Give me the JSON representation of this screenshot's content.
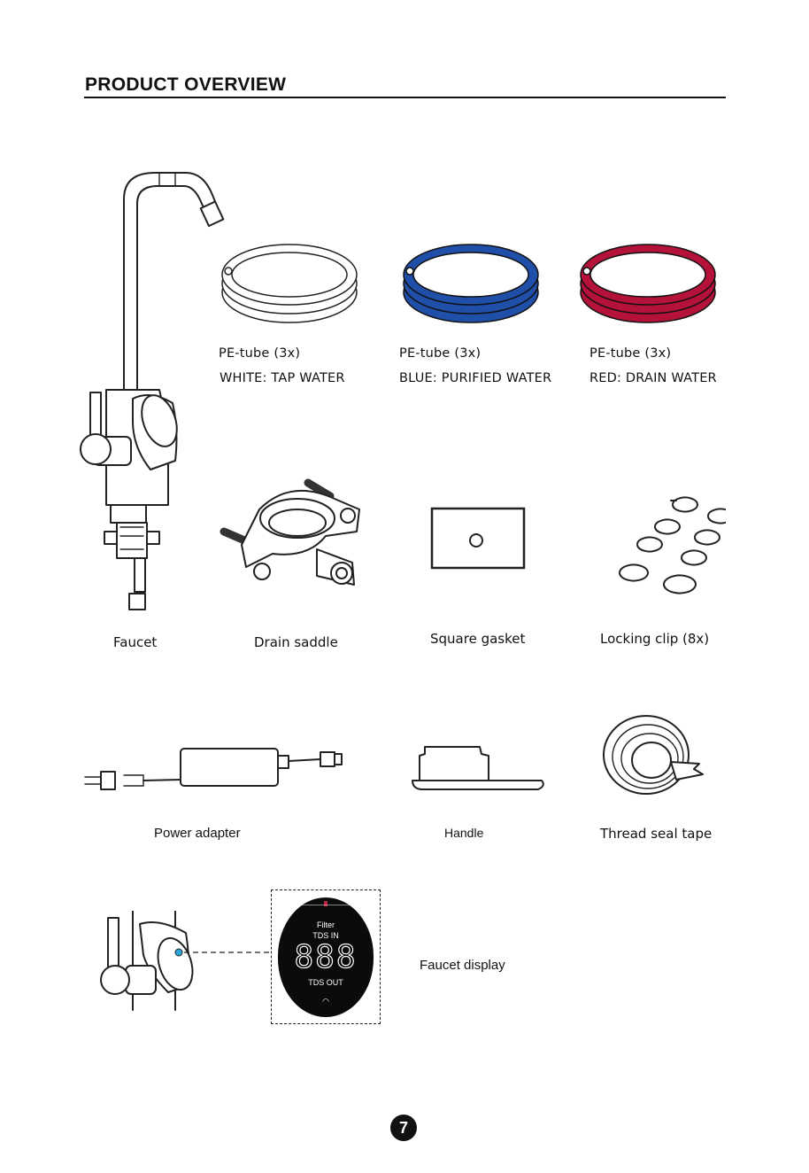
{
  "heading": "PRODUCT OVERVIEW",
  "tubes": [
    {
      "line1": "PE-tube (3x)",
      "line2": "WHITE: TAP WATER",
      "color": "#ffffff"
    },
    {
      "line1": "PE-tube (3x)",
      "line2": "BLUE: PURIFIED WATER",
      "color": "#1f4fa8"
    },
    {
      "line1": "PE-tube (3x)",
      "line2": "RED: DRAIN WATER",
      "color": "#b5123a"
    }
  ],
  "parts": {
    "faucet": "Faucet",
    "drain_saddle": "Drain saddle",
    "square_gasket": "Square gasket",
    "locking_clip": "Locking clip (8x)",
    "power_adapter": "Power adapter",
    "handle": "Handle",
    "thread_seal_tape": "Thread seal tape",
    "faucet_display": "Faucet display"
  },
  "display": {
    "filter": "Filter",
    "tds_in": "TDS IN",
    "digits": "888",
    "tds_out": "TDS OUT",
    "indicator_color": "#2aa7d8"
  },
  "page_number": "7"
}
